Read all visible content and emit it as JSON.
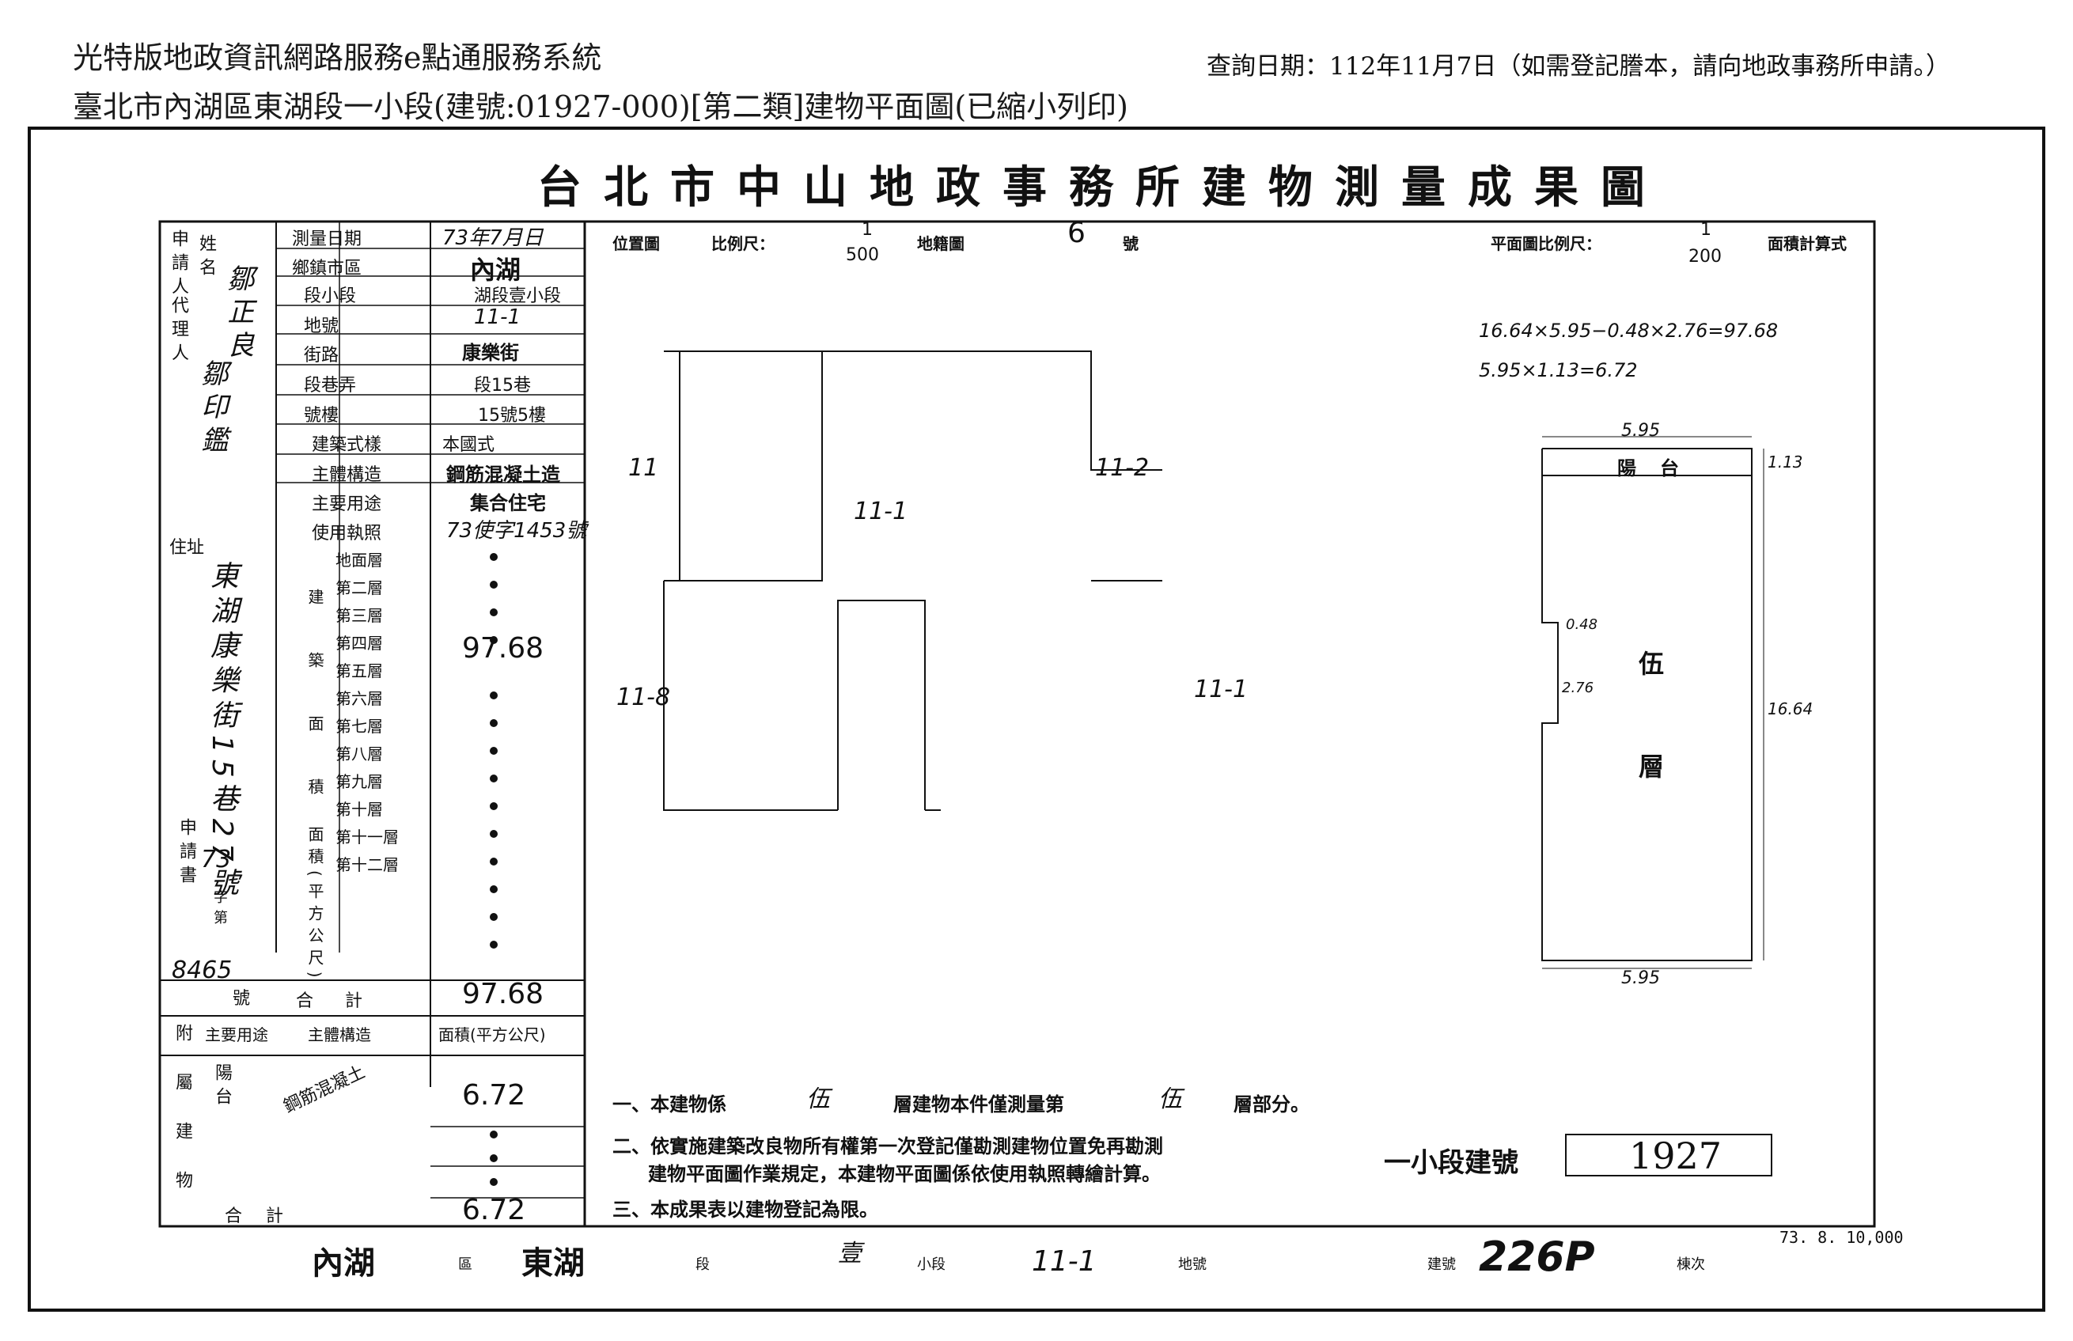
{
  "header": {
    "system_title": "光特版地政資訊網路服務e點通服務系統",
    "subtitle": "臺北市內湖區東湖段一小段(建號:01927-000)[第二類]建物平面圖(已縮小列印)",
    "query_date": "查詢日期：112年11月7日（如需登記謄本，請向地政事務所申請。）"
  },
  "doc": {
    "title": "台北市中山地政事務所建物測量成果圖",
    "left": {
      "applicant_label": "申請人",
      "name_label": "姓名",
      "name_value": "鄒正良",
      "rep_label": "代理人",
      "rep_value": "鄒印鑑",
      "address_label": "住址",
      "address_value": "東湖康樂街15巷27號",
      "app_label": "申請書",
      "app_value": "73",
      "app_no_label": "字第",
      "app_no_value": "8465",
      "app_no_suffix": "號",
      "survey_date_label": "測量日期",
      "survey_date_value": "73年7月日",
      "district_label": "鄉鎮市區",
      "district_value": "內湖",
      "section_label": "段小段",
      "section_value": "湖段壹小段",
      "lot_label": "地號",
      "lot_value": "11-1",
      "street_label": "街路",
      "street_value": "康樂街",
      "lane_label": "段巷弄",
      "lane_value": "段15巷",
      "door_label": "號樓",
      "door_value": "15號5樓",
      "form_label": "建築式樣",
      "form_value": "本國式",
      "structure_label": "主體構造",
      "structure_value": "鋼筋混凝土造",
      "use_label": "主要用途",
      "use_value": "集合住宅",
      "permit_label": "使用執照",
      "permit_value": "73使字1453號",
      "floor_area_label": "面積(平方公尺)",
      "floors": [
        "地面層",
        "第二層",
        "第三層",
        "第四層",
        "第五層",
        "第六層",
        "第七層",
        "第八層",
        "第九層",
        "第十層",
        "第十一層",
        "第十二層"
      ],
      "floor5_area": "97.68",
      "total_label": "合計",
      "total_value": "97.68",
      "attach_label": "附屬建物",
      "attach_use_label": "主要用途",
      "attach_struct_label": "主體構造",
      "attach_area_label": "面積(平方公尺)",
      "attach_use": "陽台",
      "attach_struct": "鋼筋混凝土",
      "attach_area": "6.72",
      "attach_total_label": "合計",
      "attach_total": "6.72"
    },
    "position_map": {
      "label": "位置圖",
      "scale_label": "比例尺：",
      "scale_num": "1",
      "scale_den": "500",
      "sheet_label": "地籍圖",
      "sheet_no": "6",
      "sheet_suffix": "號",
      "lot_labels": [
        "11",
        "11-2",
        "11-1",
        "11-8",
        "11-1"
      ]
    },
    "floor_plan": {
      "label": "平面圖比例尺：",
      "scale_num": "1",
      "scale_den": "200",
      "calc_label": "面積計算式",
      "calc_1": "16.64×5.95−0.48×2.76=97.68",
      "calc_2": "5.95×1.13=6.72",
      "dim_top": "5.95",
      "dim_bottom": "5.95",
      "dim_right": "16.64",
      "dim_balcony": "1.13",
      "dim_notch_w": "0.48",
      "dim_notch_h": "2.76",
      "balcony_label": "陽台",
      "floor_label_1": "伍",
      "floor_label_2": "層"
    },
    "notes": {
      "n1_a": "一、本建物係",
      "n1_b": "伍",
      "n1_c": "層建物本件僅測量第",
      "n1_d": "伍",
      "n1_e": "層部分。",
      "n2_a": "二、依實施建築改良物所有權第一次登記僅勘測建物位置免再勘測",
      "n2_b": "建物平面圖作業規定，本建物平面圖係依使用執照轉繪計算。",
      "n3": "三、本成果表以建物登記為限。"
    },
    "stamp": {
      "prefix": "一小段建號",
      "number": "1927"
    },
    "footer": {
      "district": "內湖",
      "district_suffix": "區",
      "section": "東湖",
      "section_suffix": "段",
      "subsection": "壹",
      "subsection_suffix": "小段",
      "lot": "11-1",
      "lot_suffix": "地號",
      "bldg_label": "建號",
      "bldg_value": "226P",
      "ridge_label": "棟次",
      "print_code": "73. 8. 10,000"
    }
  }
}
